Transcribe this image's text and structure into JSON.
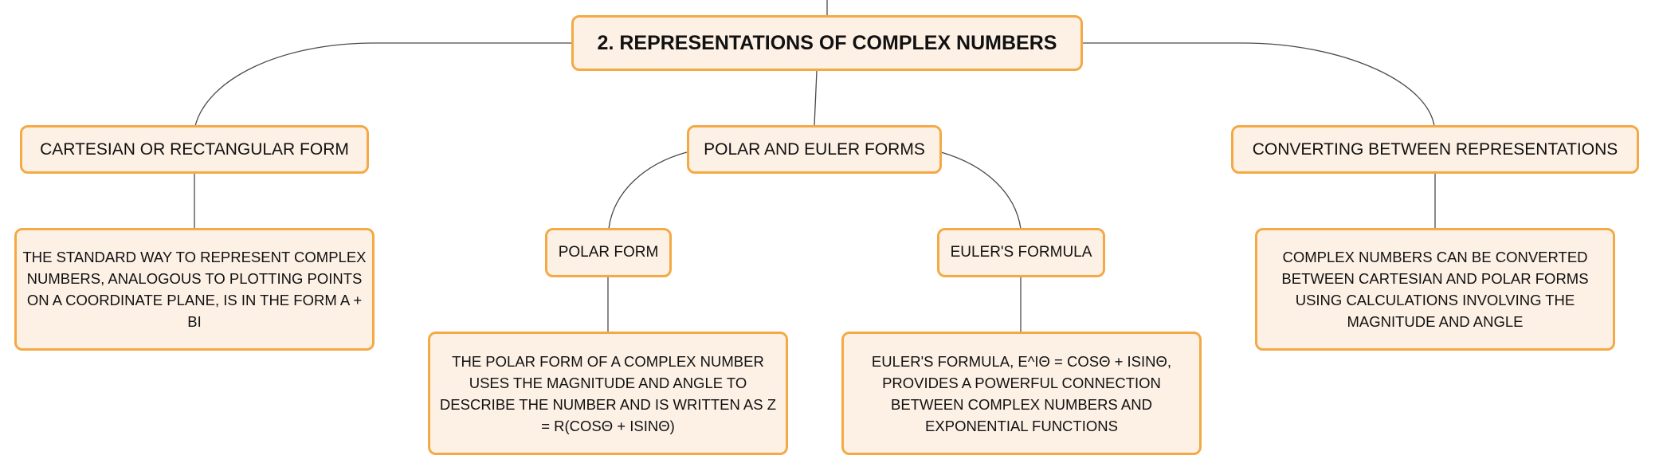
{
  "colors": {
    "node_fill": "#fdf1e6",
    "node_border": "#f4a944",
    "connector": "#4a4a4a"
  },
  "root": {
    "label": "2. REPRESENTATIONS OF COMPLEX NUMBERS"
  },
  "branches": {
    "cartesian": {
      "label": "CARTESIAN OR RECTANGULAR FORM",
      "description": "THE STANDARD WAY TO REPRESENT COMPLEX NUMBERS, ANALOGOUS TO PLOTTING POINTS ON A COORDINATE PLANE, IS IN THE FORM A + BI"
    },
    "polar_euler": {
      "label": "POLAR AND EULER FORMS",
      "polar": {
        "label": "POLAR FORM",
        "description": "THE POLAR FORM OF A COMPLEX NUMBER USES THE MAGNITUDE AND ANGLE TO DESCRIBE THE NUMBER AND IS WRITTEN AS Z = R(COSΘ + ISINΘ)"
      },
      "euler": {
        "label": "EULER'S FORMULA",
        "description": "EULER'S FORMULA, E^IΘ = COSΘ + ISINΘ, PROVIDES A POWERFUL CONNECTION BETWEEN COMPLEX NUMBERS AND EXPONENTIAL FUNCTIONS"
      }
    },
    "converting": {
      "label": "CONVERTING BETWEEN REPRESENTATIONS",
      "description": "COMPLEX NUMBERS CAN BE CONVERTED BETWEEN CARTESIAN AND POLAR FORMS USING CALCULATIONS INVOLVING THE MAGNITUDE AND ANGLE"
    }
  }
}
